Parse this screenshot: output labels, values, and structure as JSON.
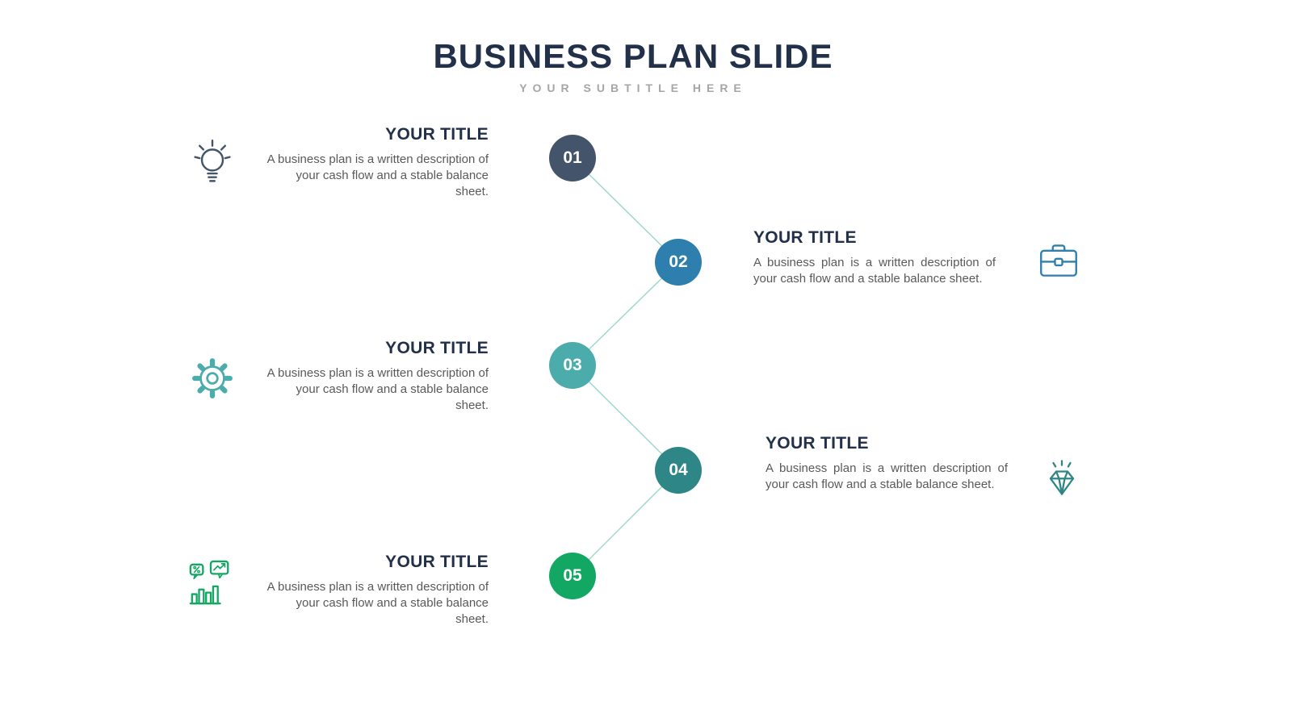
{
  "header": {
    "title": "BUSINESS PLAN SLIDE",
    "subtitle": "YOUR SUBTITLE HERE"
  },
  "items": [
    {
      "number": "01",
      "title": "YOUR TITLE",
      "description": "A business plan is a written description of your cash flow and a stable balance sheet.",
      "icon": "lightbulb-icon",
      "side": "left",
      "color": "#44546a"
    },
    {
      "number": "02",
      "title": "YOUR TITLE",
      "description": "A business plan is a written description of your cash flow and a stable balance sheet.",
      "icon": "briefcase-icon",
      "side": "right",
      "color": "#2e7fae"
    },
    {
      "number": "03",
      "title": "YOUR TITLE",
      "description": "A business plan is a written description of your cash flow and a stable balance sheet.",
      "icon": "gear-icon",
      "side": "left",
      "color": "#4cacab"
    },
    {
      "number": "04",
      "title": "YOUR TITLE",
      "description": "A business plan is a written description of your cash flow and a stable balance sheet.",
      "icon": "diamond-icon",
      "side": "right",
      "color": "#2e8687"
    },
    {
      "number": "05",
      "title": "YOUR TITLE",
      "description": "A business plan is a written description of your cash flow and a stable balance sheet.",
      "icon": "chart-bubbles-icon",
      "side": "left",
      "color": "#12a863"
    }
  ],
  "connector_color": "#9ed8cd",
  "text_colors": {
    "title": "#23304a",
    "body": "#595959",
    "subtitle": "#a6a6a6"
  }
}
